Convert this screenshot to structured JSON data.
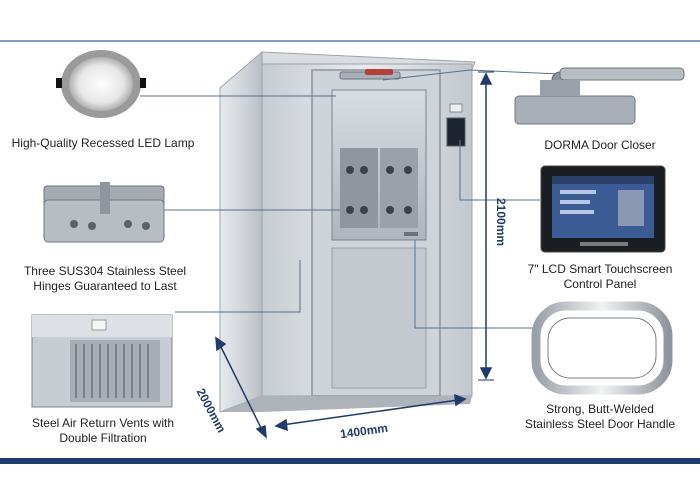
{
  "labels": {
    "led_lamp": "High-Quality Recessed LED Lamp",
    "hinges_line1": "Three SUS304 Stainless Steel",
    "hinges_line2": "Hinges Guaranteed to Last",
    "vents_line1": "Steel Air Return Vents with",
    "vents_line2": "Double Filtration",
    "door_closer": "DORMA Door Closer",
    "lcd_line1": "7\" LCD Smart Touchscreen",
    "lcd_line2": "Control Panel",
    "handle_line1": "Strong, Butt-Welded",
    "handle_line2": "Stainless Steel Door Handle"
  },
  "dimensions": {
    "height": "2100mm",
    "depth": "2000mm",
    "width": "1400mm"
  },
  "colors": {
    "steel_light": "#dcdfe3",
    "steel_mid": "#b9bec5",
    "steel_dark": "#8d939b",
    "accent_blue": "#1f3a6e",
    "leader_line": "#5a6f8f"
  }
}
